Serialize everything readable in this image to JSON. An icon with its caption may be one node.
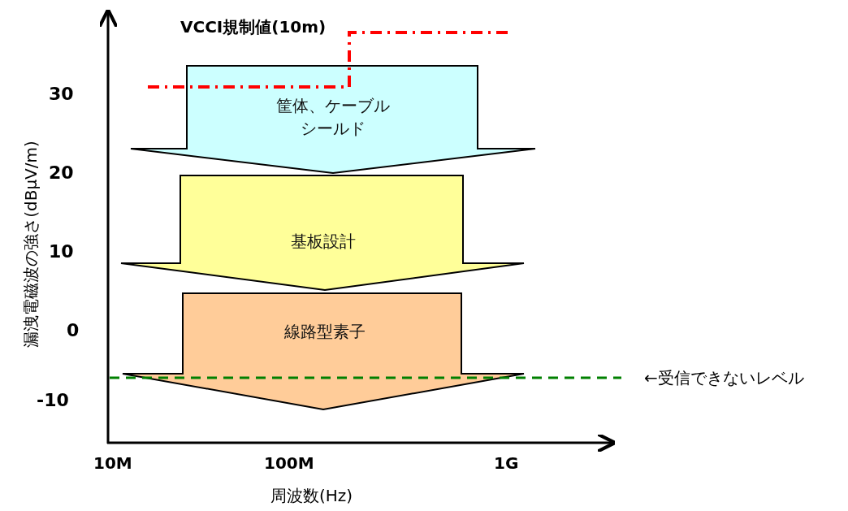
{
  "diagram": {
    "nodes": [
      {
        "text": [
          "筐体、ケーブルシールド"
        ]
      },
      {
        "text": [
          "基板設計"
        ]
      },
      {
        "text": [
          "線路型素子"
        ]
      }
    ],
    "labels": [
      "漏洩電磁波の強さ(dBμV/m)",
      "VCCI規制値(10m)",
      "30",
      "20",
      "10",
      "0",
      "←受信できないレベル",
      "-10",
      "10M",
      "100M",
      "1G",
      "周波数(Hz)"
    ]
  }
}
